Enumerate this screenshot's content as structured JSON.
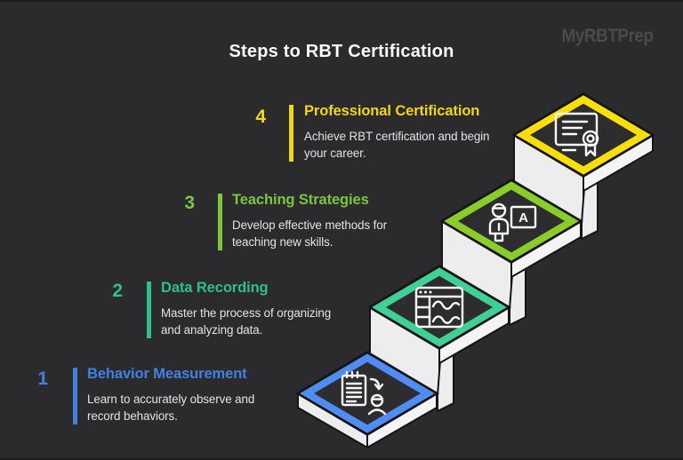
{
  "page": {
    "title": "Steps to RBT Certification",
    "title_color": "#fbfbfb",
    "watermark": "MyRBTPrep",
    "watermark_color": "#4a4a4d",
    "background_color": "#2b2b2d"
  },
  "steps": [
    {
      "number": "1",
      "title": "Behavior Measurement",
      "description": "Learn to accurately observe and\nrecord behaviors.",
      "accent": "#4181e2",
      "diamond_color": "#4f8df5",
      "icon": "clipboard-observer-icon"
    },
    {
      "number": "2",
      "title": "Data Recording",
      "description": "Master the process of organizing\nand analyzing data.",
      "accent": "#2fbf8b",
      "diamond_color": "#3fd096",
      "icon": "data-window-icon"
    },
    {
      "number": "3",
      "title": "Teaching Strategies",
      "description": "Develop effective methods for\nteaching new skills.",
      "accent": "#7cc53e",
      "diamond_color": "#8acc29",
      "icon": "teacher-board-icon",
      "board_letter": "A"
    },
    {
      "number": "4",
      "title": "Professional Certification",
      "description": "Achieve RBT certification and begin\nyour career.",
      "accent": "#f2d513",
      "diamond_color": "#fadf06",
      "icon": "certificate-icon"
    }
  ]
}
